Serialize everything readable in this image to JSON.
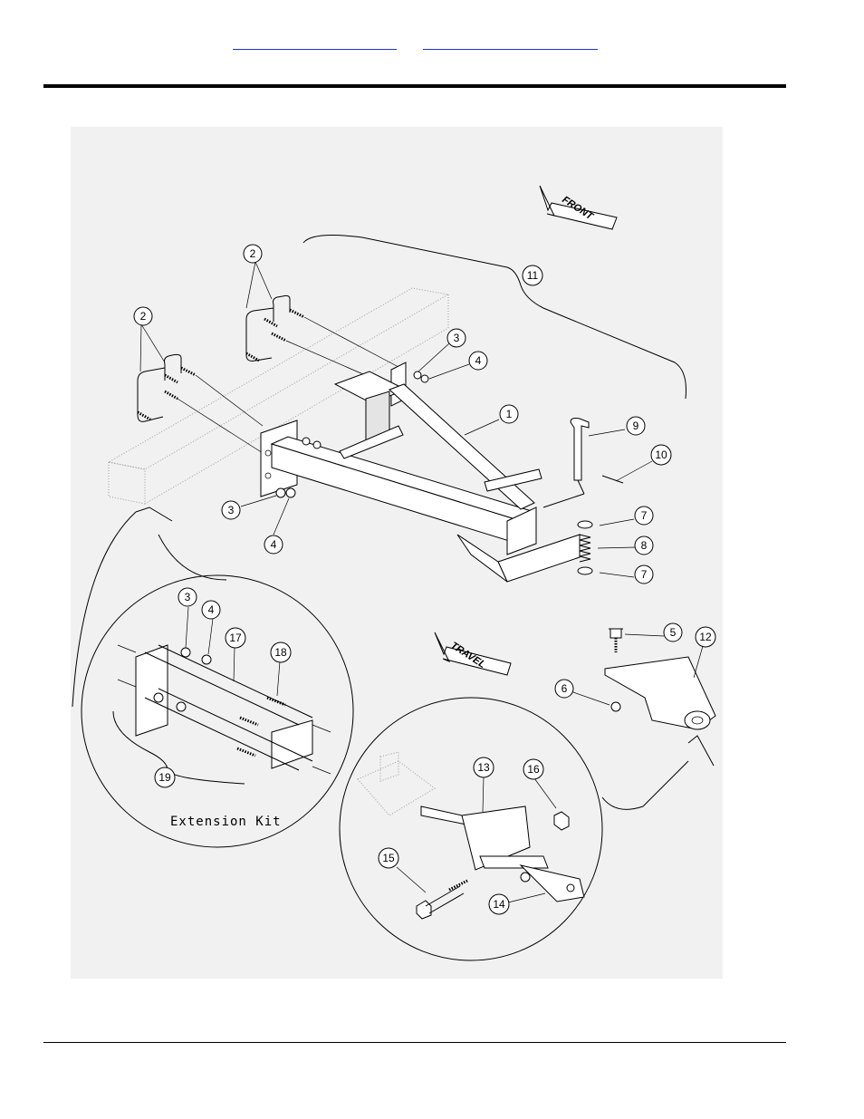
{
  "header": {
    "link_left": "",
    "link_right": ""
  },
  "arrows": {
    "front": "FRONT",
    "travel": "TRAVEL"
  },
  "inset": {
    "caption": "Extension Kit"
  },
  "callouts": [
    {
      "id": "c1",
      "label": "1"
    },
    {
      "id": "c2a",
      "label": "2"
    },
    {
      "id": "c2b",
      "label": "2"
    },
    {
      "id": "c3a",
      "label": "3"
    },
    {
      "id": "c3b",
      "label": "3"
    },
    {
      "id": "c3c",
      "label": "3"
    },
    {
      "id": "c4a",
      "label": "4"
    },
    {
      "id": "c4b",
      "label": "4"
    },
    {
      "id": "c4c",
      "label": "4"
    },
    {
      "id": "c5",
      "label": "5"
    },
    {
      "id": "c6",
      "label": "6"
    },
    {
      "id": "c7a",
      "label": "7"
    },
    {
      "id": "c7b",
      "label": "7"
    },
    {
      "id": "c8",
      "label": "8"
    },
    {
      "id": "c9",
      "label": "9"
    },
    {
      "id": "c10",
      "label": "10"
    },
    {
      "id": "c11",
      "label": "11"
    },
    {
      "id": "c12",
      "label": "12"
    },
    {
      "id": "c13",
      "label": "13"
    },
    {
      "id": "c14",
      "label": "14"
    },
    {
      "id": "c15",
      "label": "15"
    },
    {
      "id": "c16",
      "label": "16"
    },
    {
      "id": "c17",
      "label": "17"
    },
    {
      "id": "c18",
      "label": "18"
    },
    {
      "id": "c19",
      "label": "19"
    }
  ]
}
